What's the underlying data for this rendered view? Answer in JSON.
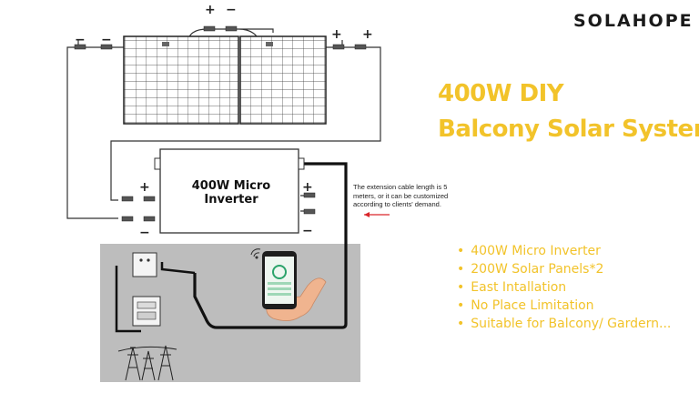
{
  "brand": {
    "logo_text": "SOLAHOPE",
    "accent_color": "#f2b705"
  },
  "title": {
    "line1": "400W DIY",
    "line2": "Balcony Solar System",
    "color": "#f2c32a"
  },
  "features": [
    "400W Micro Inverter",
    "200W Solar Panels*2",
    "East Intallation",
    "No Place Limitation",
    "Suitable for Balcony/ Gardern..."
  ],
  "inverter": {
    "label": "400W Micro Inverter"
  },
  "cable_note": "The extension cable length is 5 meters, or it can be customized according to clients' demand.",
  "icons": [
    "solar-panel-icon",
    "connector-icon",
    "wifi-icon",
    "smartphone-icon",
    "hand-icon",
    "wall-socket-icon",
    "electric-meter-icon",
    "power-tower-icon",
    "arrow-left-icon"
  ]
}
